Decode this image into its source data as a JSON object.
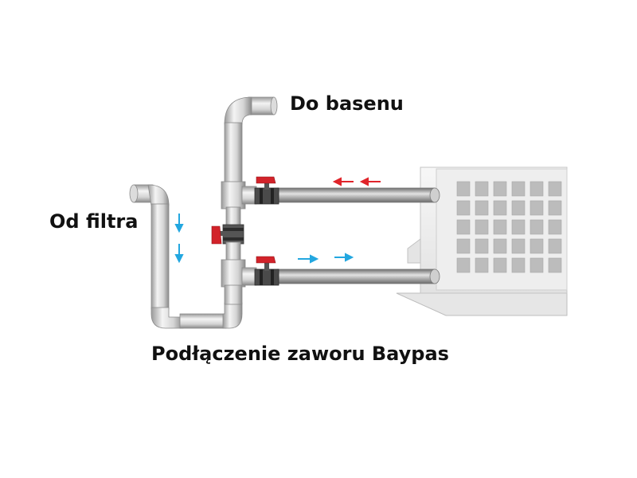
{
  "labels": {
    "to_pool": "Do basenu",
    "from_filter": "Od filtra",
    "caption": "Podłączenie zaworu Baypas"
  },
  "colors": {
    "background": "#ffffff",
    "pipe_light": "#f2f2f2",
    "pipe_mid": "#cfcfcf",
    "pipe_dark": "#8c8c8c",
    "valve_red": "#d2232a",
    "flow_out_red": "#e0242a",
    "flow_in_blue": "#23a7e0",
    "unit_body": "#f0f0f0",
    "unit_grille": "#b9b9b9"
  },
  "icons": {
    "valve_top": "ball-valve-icon",
    "valve_bypass": "ball-valve-icon",
    "valve_bottom": "ball-valve-icon",
    "heat_pump": "heat-pump-unit-icon"
  }
}
